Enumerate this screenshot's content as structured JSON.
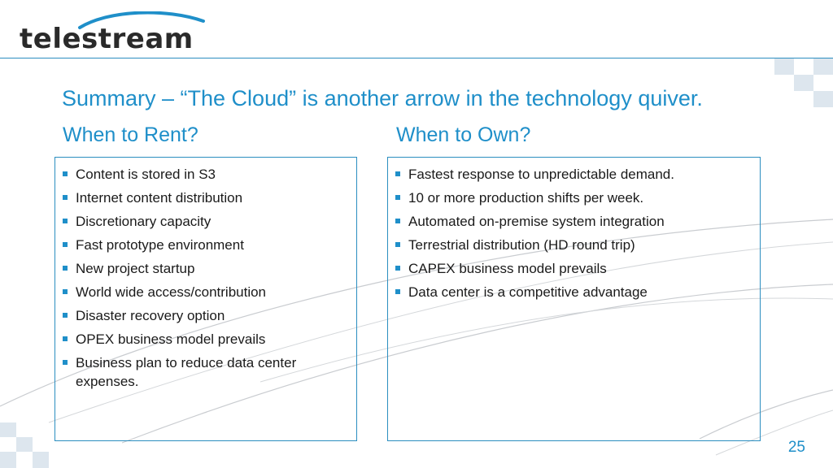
{
  "logo": {
    "text": "telestream"
  },
  "slide": {
    "title": "Summary – “The Cloud” is another arrow in the technology quiver.",
    "page_number": "25"
  },
  "columns": {
    "rent": {
      "heading": "When to Rent?",
      "items": [
        "Content is stored in S3",
        "Internet content distribution",
        "Discretionary capacity",
        "Fast prototype environment",
        "New project startup",
        "World wide access/contribution",
        "Disaster recovery option",
        "OPEX business model prevails",
        "Business plan to reduce data center expenses."
      ]
    },
    "own": {
      "heading": "When to Own?",
      "items": [
        "Fastest response to unpredictable demand.",
        "10 or more production shifts per week.",
        "Automated on-premise system integration",
        "Terrestrial distribution (HD round trip)",
        "CAPEX business model prevails",
        "Data center is a competitive advantage"
      ]
    }
  },
  "colors": {
    "accent": "#1f8fc9",
    "text": "#1a1a1a",
    "decor": "#dde6ee"
  }
}
